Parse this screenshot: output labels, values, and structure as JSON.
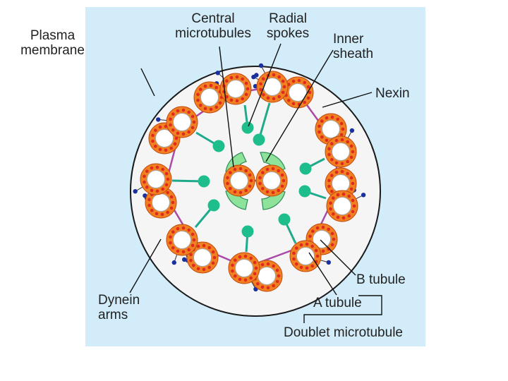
{
  "labels": {
    "plasma_membrane": "Plasma\nmembrane",
    "central_microtubules": "Central\nmicrotubules",
    "radial_spokes": "Radial\nspokes",
    "inner_sheath": "Inner\nsheath",
    "nexin": "Nexin",
    "dynein_arms": "Dynein\narms",
    "b_tubule": "B tubule",
    "a_tubule": "A tubule",
    "doublet_microtubule": "Doublet microtubule"
  },
  "colors": {
    "panel": "#d2ecf9",
    "cell": "#f5f5f5",
    "tubule_fill": "#f08020",
    "tubule_dot": "#e02a20",
    "tubule_hole": "#ffffff",
    "spoke": "#1faa8b",
    "spoke_head": "#1dbe8b",
    "sheath": "#8ee39a",
    "nexin_link": "#a84aa6",
    "dynein": "#1a2fa0",
    "leader": "#111111"
  }
}
